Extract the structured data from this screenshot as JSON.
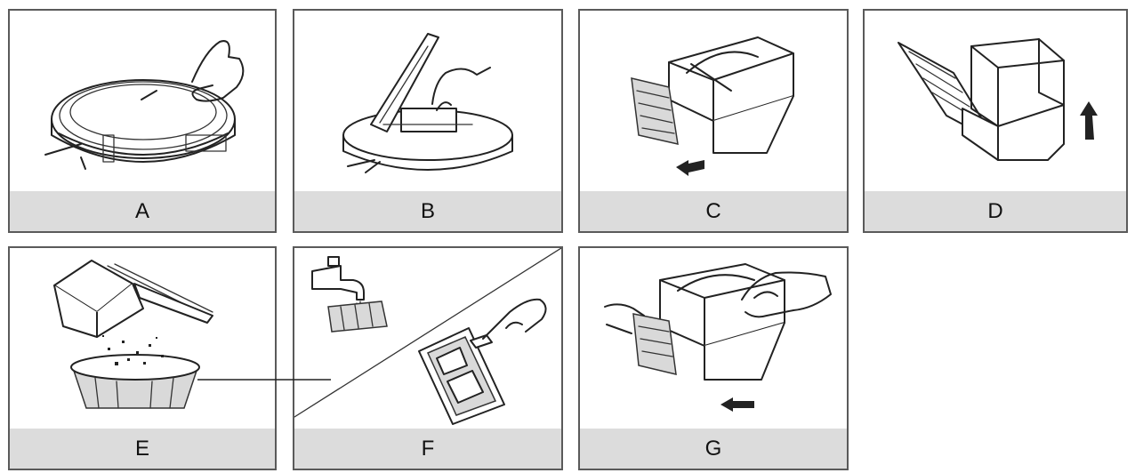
{
  "colors": {
    "border": "#5a5a5a",
    "caption_bg": "#dcdcdc",
    "line": "#222222"
  },
  "panels": [
    {
      "id": "A",
      "label": "A",
      "illustration": "robot-vacuum-top-cover-icon"
    },
    {
      "id": "B",
      "label": "B",
      "illustration": "open-lid-remove-bin-icon"
    },
    {
      "id": "C",
      "label": "C",
      "illustration": "dust-bin-filter-removal-icon"
    },
    {
      "id": "D",
      "label": "D",
      "illustration": "dust-bin-open-lid-icon"
    },
    {
      "id": "E",
      "label": "E",
      "illustration": "empty-bin-into-trash-icon"
    },
    {
      "id": "F",
      "label": "F",
      "illustration": "rinse-and-brush-filter-icon"
    },
    {
      "id": "G",
      "label": "G",
      "illustration": "reinsert-filter-icon"
    }
  ]
}
